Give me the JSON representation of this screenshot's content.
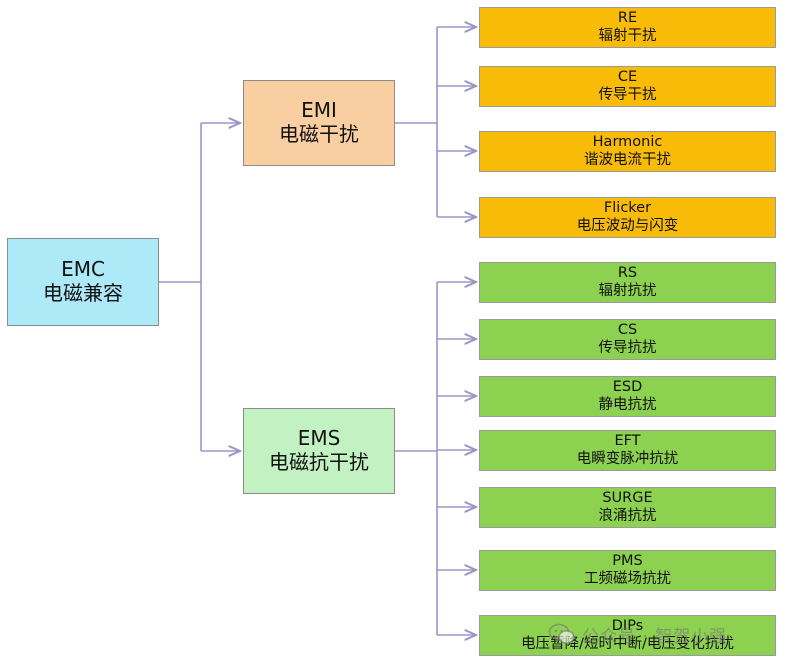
{
  "root": {
    "code": "EMC",
    "label": "电磁兼容"
  },
  "branches": [
    {
      "code": "EMI",
      "label": "电磁干扰",
      "color": "#f9cfa2",
      "children": [
        {
          "code": "RE",
          "label": "辐射干扰"
        },
        {
          "code": "CE",
          "label": "传导干扰"
        },
        {
          "code": "Harmonic",
          "label": "谐波电流干扰"
        },
        {
          "code": "Flicker",
          "label": "电压波动与闪变"
        }
      ]
    },
    {
      "code": "EMS",
      "label": "电磁抗干扰",
      "color": "#c3f2c2",
      "children": [
        {
          "code": "RS",
          "label": "辐射抗扰"
        },
        {
          "code": "CS",
          "label": "传导抗扰"
        },
        {
          "code": "ESD",
          "label": "静电抗扰"
        },
        {
          "code": "EFT",
          "label": "电瞬变脉冲抗扰"
        },
        {
          "code": "SURGE",
          "label": "浪涌抗扰"
        },
        {
          "code": "PMS",
          "label": "工频磁场抗扰"
        },
        {
          "code": "DIPs",
          "label": "电压暂降/短时中断/电压变化抗扰"
        }
      ]
    }
  ],
  "colors": {
    "root": "#aee9f8",
    "emi_leaf": "#f8bb08",
    "ems_leaf": "#8cd150",
    "connector": "#9b96c8"
  },
  "watermark": {
    "icon": "wechat-icon",
    "text": "公众号 · 智贺小强"
  }
}
